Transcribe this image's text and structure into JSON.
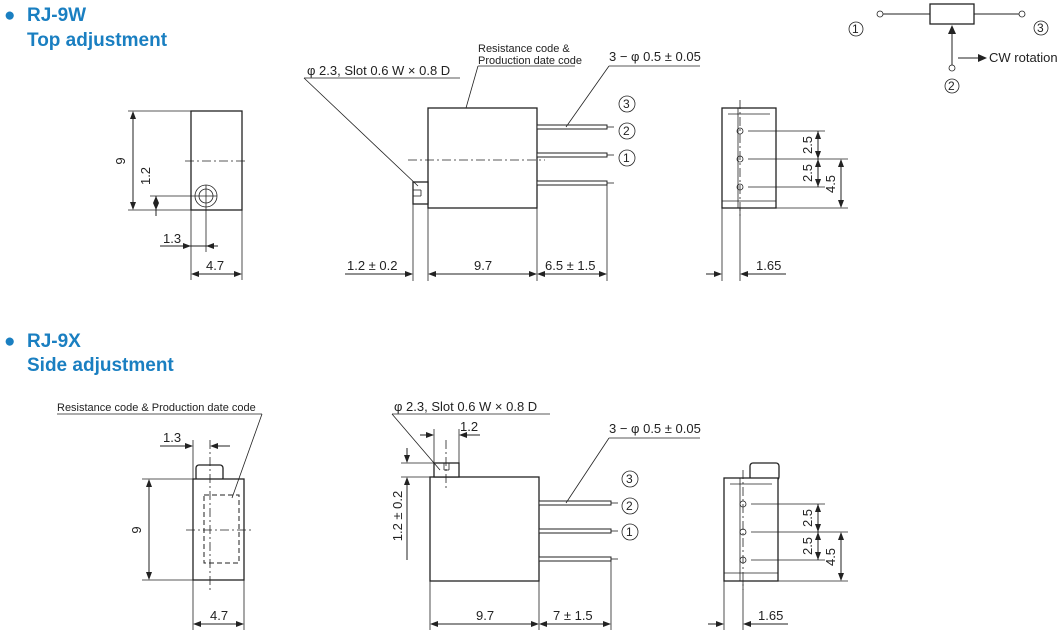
{
  "colors": {
    "heading": "#1a7fc1",
    "line": "#222222"
  },
  "rj9w": {
    "bullet": "●",
    "model": "RJ-9W",
    "subtitle": "Top adjustment",
    "dims": {
      "height": "9",
      "knob_height": "1.2",
      "knob_offset": "1.3",
      "width": "4.7",
      "shaft_note": "φ 2.3, Slot  0.6 W × 0.8 D",
      "code_note_1": "Resistance code &",
      "code_note_2": "Production date code",
      "pin_note": "3 − φ 0.5 ± 0.05",
      "shaft_len": "1.2 ± 0.2",
      "body_len": "9.7",
      "pin_len": "6.5 ± 1.5",
      "pitch_a": "2.5",
      "pitch_b": "2.5",
      "pitch_total": "4.5",
      "thickness": "1.65"
    }
  },
  "rj9x": {
    "bullet": "●",
    "model": "RJ-9X",
    "subtitle": "Side adjustment",
    "dims": {
      "code_note": "Resistance code & Production date code",
      "knob_offset": "1.3",
      "height": "9",
      "width": "4.7",
      "shaft_note": "φ 2.3, Slot  0.6 W × 0.8 D",
      "knob_width": "1.2",
      "knob_height": "1.2 ± 0.2",
      "pin_note": "3 − φ 0.5 ± 0.05",
      "body_len": "9.7",
      "pin_len": "7 ± 1.5",
      "pitch_a": "2.5",
      "pitch_b": "2.5",
      "pitch_total": "4.5",
      "thickness": "1.65"
    }
  },
  "schematic": {
    "rotation": "CW rotation"
  },
  "pins": {
    "p1": "1",
    "p2": "2",
    "p3": "3"
  }
}
